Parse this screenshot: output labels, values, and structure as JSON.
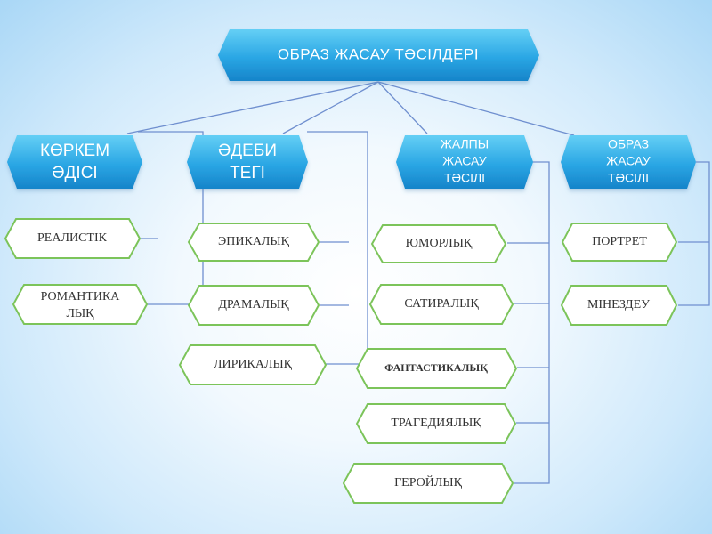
{
  "title": "ОБРАЗ ЖАСАУ ТӘСІЛДЕРІ",
  "categories": [
    {
      "lines": [
        "КӨРКЕМ",
        "ӘДІСІ"
      ]
    },
    {
      "lines": [
        "ӘДЕБИ",
        "ТЕГІ"
      ]
    },
    {
      "lines": [
        "ЖАЛПЫ",
        "ЖАСАУ",
        "ТӘСІЛІ"
      ]
    },
    {
      "lines": [
        "ОБРАЗ",
        "ЖАСАУ",
        "ТӘСІЛІ"
      ]
    }
  ],
  "items": {
    "method": [
      {
        "lines": [
          "РЕАЛИСТІК"
        ]
      },
      {
        "lines": [
          "РОМАНТИКА",
          "ЛЫҚ"
        ]
      }
    ],
    "genre": [
      {
        "lines": [
          "ЭПИКАЛЫҚ"
        ]
      },
      {
        "lines": [
          "ДРАМАЛЫҚ"
        ]
      },
      {
        "lines": [
          "ЛИРИКАЛЫҚ"
        ]
      }
    ],
    "general": [
      {
        "lines": [
          "ЮМОРЛЫҚ"
        ]
      },
      {
        "lines": [
          "САТИРАЛЫҚ"
        ]
      },
      {
        "lines": [
          "ФАНТАСТИКАЛЫҚ"
        ]
      },
      {
        "lines": [
          "ТРАГЕДИЯЛЫҚ"
        ]
      },
      {
        "lines": [
          "ГЕРОЙЛЫҚ"
        ]
      }
    ],
    "image": [
      {
        "lines": [
          "ПОРТРЕТ"
        ]
      },
      {
        "lines": [
          "МІНЕЗДЕУ"
        ]
      }
    ]
  },
  "colors": {
    "header_top": "#5cc8f2",
    "header_bottom": "#1b8fd2",
    "item_border": "#7cc45a",
    "connector": "#6f8fcf"
  }
}
